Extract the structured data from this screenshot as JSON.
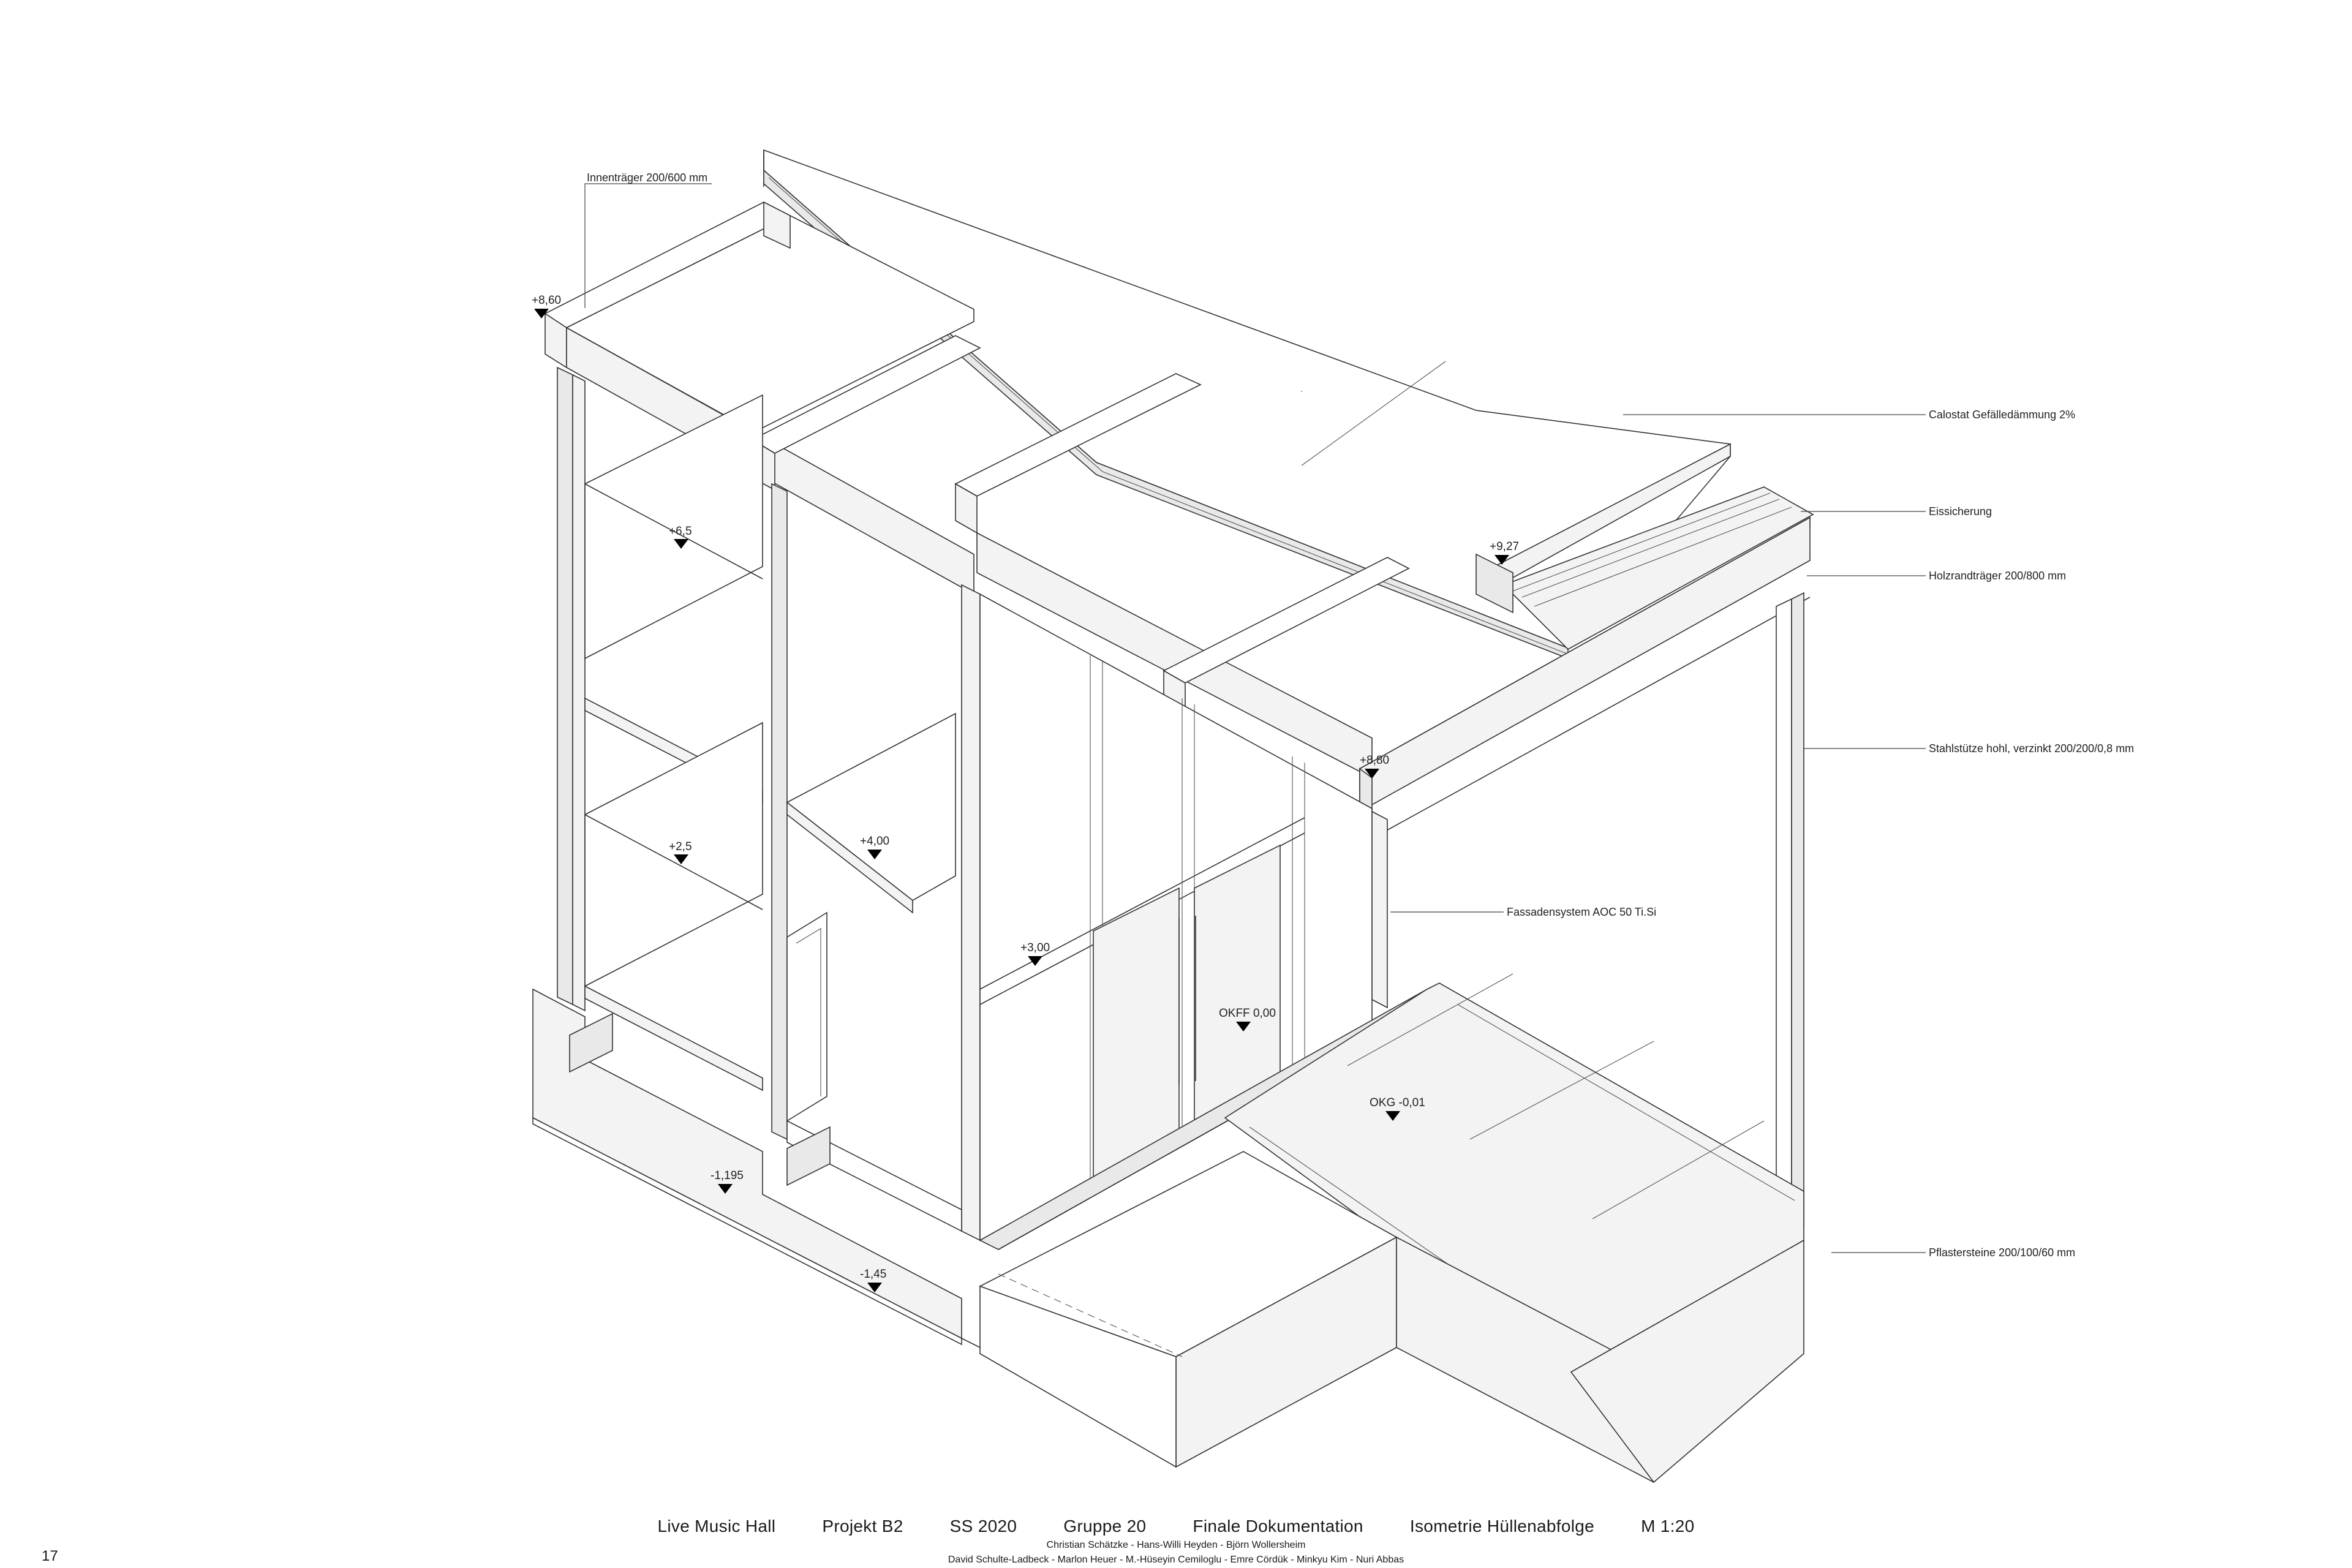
{
  "labels": {
    "innentraeger": "Innenträger 200/600 mm",
    "calostat": "Calostat Gefälledämmung 2%",
    "eissicherung": "Eissicherung",
    "holzrand": "Holzrandträger 200/800 mm",
    "stahlstuetze": "Stahlstütze hohl, verzinkt 200/200/0,8 mm",
    "fassade": "Fassadensystem AOC 50 Ti.Si",
    "pflaster": "Pflastersteine 200/100/60 mm"
  },
  "levels": {
    "l860a": "+8,60",
    "l65": "+6,5",
    "l25": "+2,5",
    "l400": "+4,00",
    "l300": "+3,00",
    "l927": "+9,27",
    "l880": "+8,80",
    "okff": "OKFF 0,00",
    "okg": "OKG -0,01",
    "lm1195": "-1,195",
    "lm145": "-1,45"
  },
  "footer": {
    "title": "Live Music Hall",
    "project": "Projekt B2",
    "semester": "SS 2020",
    "group": "Gruppe 20",
    "doc": "Finale Dokumentation",
    "sheet": "Isometrie Hüllenabfolge",
    "scale": "M 1:20",
    "names1": "Christian Schätzke - Hans-Willi Heyden - Björn Wollersheim",
    "names2": "David Schulte-Ladbeck - Marlon Heuer - M.-Hüseyin Cemiloglu - Emre Cördük - Minkyu Kim - Nuri Abbas"
  },
  "page_number": "17"
}
